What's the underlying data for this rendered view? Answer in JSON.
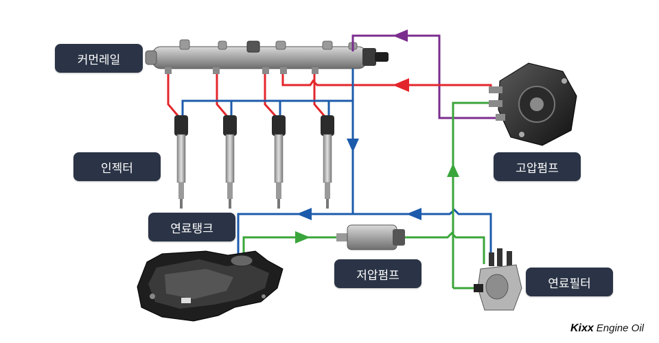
{
  "labels": {
    "common_rail": "커먼레일",
    "injector": "인젝터",
    "fuel_tank": "연료탱크",
    "low_pressure_pump": "저압펌프",
    "high_pressure_pump": "고압펌프",
    "fuel_filter": "연료필터"
  },
  "brand": {
    "logo": "Kixx",
    "tagline": "Engine Oil"
  },
  "colors": {
    "high_pressure_line": "#e3262b",
    "return_line": "#1c5bab",
    "feed_line": "#3aa53a",
    "pump_to_rail_line": "#7b2d8e",
    "label_background": "#2b3446"
  },
  "components": [
    "common-rail",
    "injector",
    "injector",
    "injector",
    "injector",
    "high-pressure-pump",
    "low-pressure-pump",
    "fuel-filter",
    "fuel-tank"
  ]
}
